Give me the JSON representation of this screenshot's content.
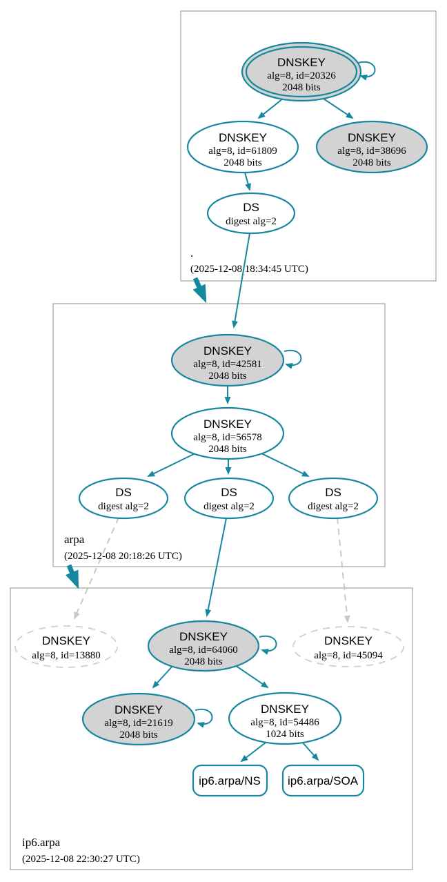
{
  "diagram": {
    "type": "dnssec-authentication-chain",
    "colors": {
      "edge_secure": "#15879e",
      "sep_key_fill": "#d3d3d3",
      "key_fill": "#ffffff",
      "missing_gray": "#c8c8c8",
      "zone_box_border": "#999999"
    },
    "zones": [
      {
        "name": ".",
        "timestamp": "(2025-12-08 18:34:45 UTC)",
        "nodes": {
          "ksk": {
            "title": "DNSKEY",
            "detail": "alg=8, id=20326",
            "bits": "2048 bits"
          },
          "zsk": {
            "title": "DNSKEY",
            "detail": "alg=8, id=61809",
            "bits": "2048 bits"
          },
          "key2": {
            "title": "DNSKEY",
            "detail": "alg=8, id=38696",
            "bits": "2048 bits"
          },
          "ds": {
            "title": "DS",
            "detail": "digest alg=2"
          }
        }
      },
      {
        "name": "arpa",
        "timestamp": "(2025-12-08 20:18:26 UTC)",
        "nodes": {
          "ksk": {
            "title": "DNSKEY",
            "detail": "alg=8, id=42581",
            "bits": "2048 bits"
          },
          "zsk": {
            "title": "DNSKEY",
            "detail": "alg=8, id=56578",
            "bits": "2048 bits"
          },
          "ds1": {
            "title": "DS",
            "detail": "digest alg=2"
          },
          "ds2": {
            "title": "DS",
            "detail": "digest alg=2"
          },
          "ds3": {
            "title": "DS",
            "detail": "digest alg=2"
          }
        }
      },
      {
        "name": "ip6.arpa",
        "timestamp": "(2025-12-08 22:30:27 UTC)",
        "nodes": {
          "missing1": {
            "title": "DNSKEY",
            "detail": "alg=8, id=13880"
          },
          "ksk": {
            "title": "DNSKEY",
            "detail": "alg=8, id=64060",
            "bits": "2048 bits"
          },
          "missing2": {
            "title": "DNSKEY",
            "detail": "alg=8, id=45094"
          },
          "key21619": {
            "title": "DNSKEY",
            "detail": "alg=8, id=21619",
            "bits": "2048 bits"
          },
          "zsk": {
            "title": "DNSKEY",
            "detail": "alg=8, id=54486",
            "bits": "1024 bits"
          },
          "rrset_ns": {
            "label": "ip6.arpa/NS"
          },
          "rrset_soa": {
            "label": "ip6.arpa/SOA"
          }
        }
      }
    ]
  }
}
